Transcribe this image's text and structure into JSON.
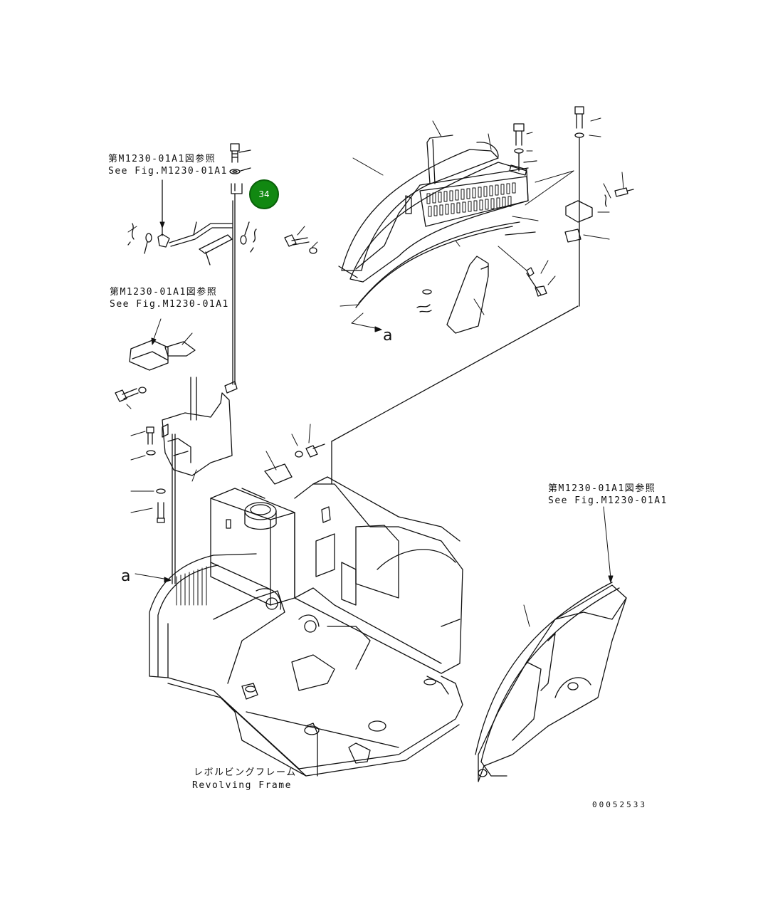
{
  "references": [
    {
      "jp": "第M1230-01A1図参照",
      "en": "See Fig.M1230-01A1"
    },
    {
      "jp": "第M1230-01A1図参照",
      "en": "See Fig.M1230-01A1"
    },
    {
      "jp": "第M1230-01A1図参照",
      "en": "See Fig.M1230-01A1"
    }
  ],
  "frame_label": {
    "jp": "レボルビングフレーム",
    "en": "Revolving Frame"
  },
  "view_markers": [
    "a",
    "a"
  ],
  "callout": {
    "number": "34",
    "color": "#118811",
    "border": "#0a5f0a"
  },
  "drawing_number": "00052533",
  "line_color": "#111111"
}
